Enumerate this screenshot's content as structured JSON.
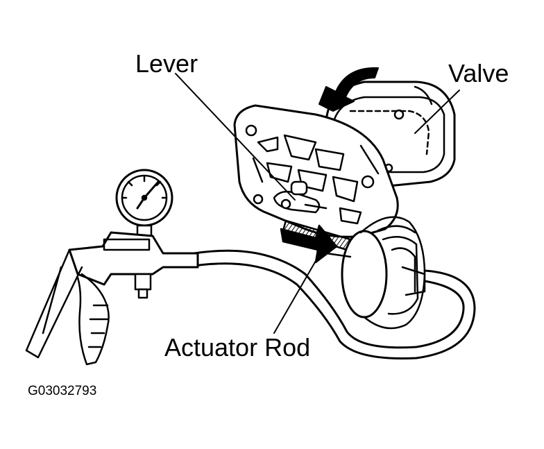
{
  "labels": {
    "lever": "Lever",
    "valve": "Valve",
    "actuator_rod": "Actuator Rod"
  },
  "figure_code": "G03032793",
  "colors": {
    "line": "#000000",
    "background": "#ffffff"
  }
}
